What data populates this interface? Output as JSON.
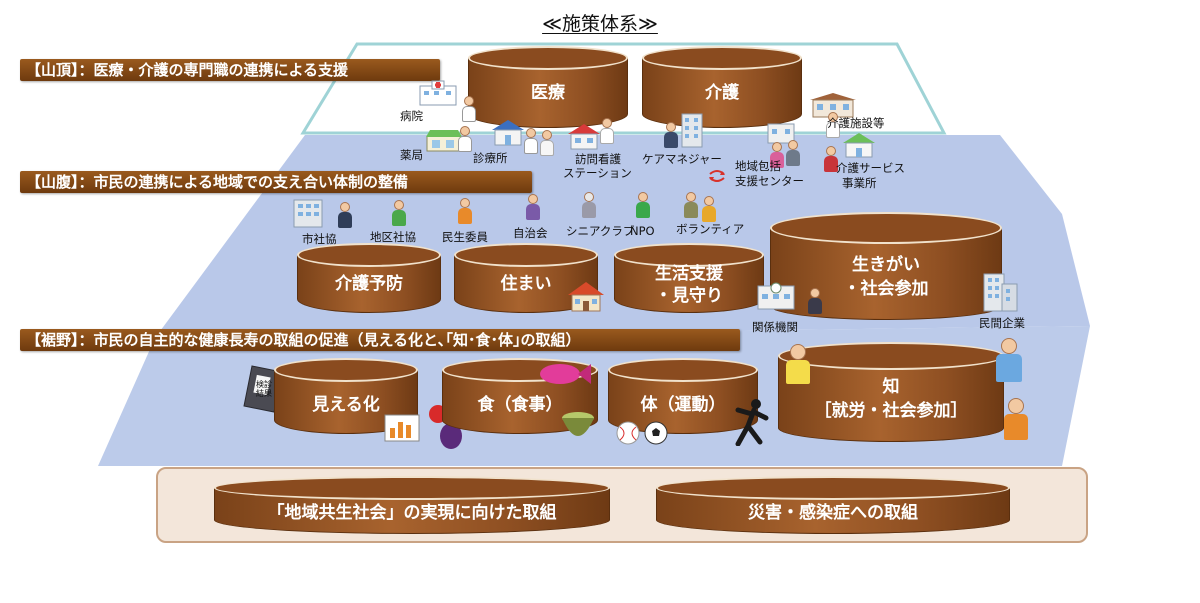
{
  "title": "≪施策体系≫",
  "banners": {
    "summit": "【山頂】：医療・介護の専門職の連携による支援",
    "mountainside": "【山腹】：市民の連携による地域での支え合い体制の整備",
    "foothills": "【裾野】：市民の自主的な健康長寿の取組の促進（見える化と､｢知･食･体｣の取組）"
  },
  "summit": {
    "cylinders": [
      "医療",
      "介護"
    ],
    "facilities": {
      "hospital": "病院",
      "pharmacy": "薬局",
      "clinic": "診療所",
      "nursing_station_line1": "訪問看護",
      "nursing_station_line2": "ステーション",
      "care_manager": "ケアマネジャー",
      "support_center_line1": "地域包括",
      "support_center_line2": "支援センター",
      "care_facility": "介護施設等",
      "care_service_line1": "介護サービス",
      "care_service_line2": "事業所"
    }
  },
  "mountainside": {
    "actors": [
      "市社協",
      "地区社協",
      "民生委員",
      "自治会",
      "シニアクラブ",
      "NPO",
      "ボランティア"
    ],
    "cylinders": [
      "介護予防",
      "住まい",
      "生活支援",
      "・見守り",
      "生きがい",
      "・社会参加"
    ],
    "related_agencies": "関係機関",
    "private_companies": "民間企業"
  },
  "foothills": {
    "cylinders": [
      "見える化",
      "食（食事）",
      "体（運動）",
      "知",
      "［就労・社会参加］"
    ],
    "book_text": "検診結果"
  },
  "foundation": {
    "items": [
      "「地域共生社会」の実現に向けた取組",
      "災害・感染症への取組"
    ]
  },
  "colors": {
    "banner": "#7f4517",
    "cylinder_brown": "#8a4b1f",
    "summit_fill": "#ffffff",
    "summit_border": "#9fd3d6",
    "slope_fill": "#b9c8e9",
    "foundation_fill": "#f3e6da",
    "foundation_border": "#c9a384"
  }
}
